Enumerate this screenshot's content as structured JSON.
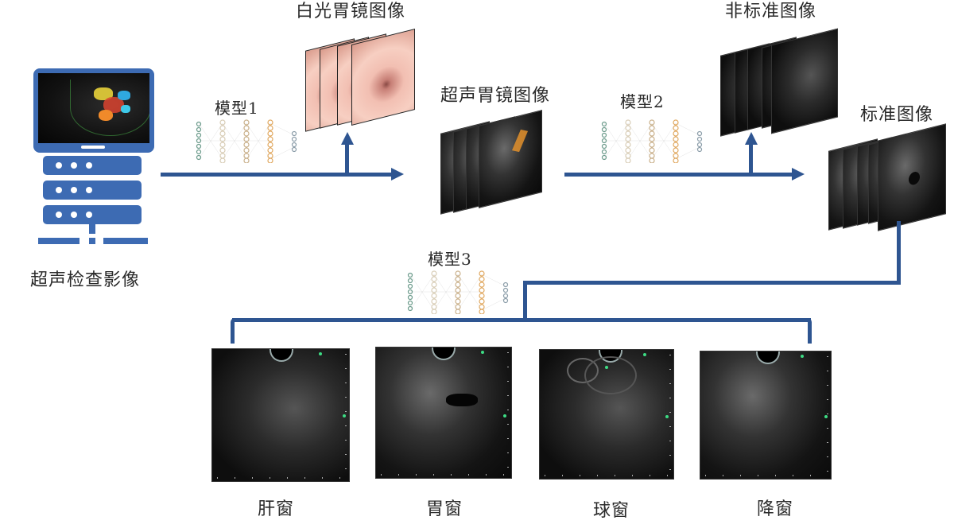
{
  "colors": {
    "flow_blue": "#2e5591",
    "device_blue": "#3d6bb3",
    "background": "#ffffff"
  },
  "source": {
    "label": "超声检查影像",
    "icon": "computer-server-icon"
  },
  "models": [
    {
      "label": "模型1",
      "icon": "neural-network-icon"
    },
    {
      "label": "模型2",
      "icon": "neural-network-icon"
    },
    {
      "label": "模型3",
      "icon": "neural-network-icon"
    }
  ],
  "image_groups": {
    "white_light": {
      "label": "白光胃镜图像"
    },
    "eus": {
      "label": "超声胃镜图像"
    },
    "non_standard": {
      "label": "非标准图像"
    },
    "standard": {
      "label": "标准图像"
    }
  },
  "windows": [
    {
      "label": "肝窗"
    },
    {
      "label": "胃窗"
    },
    {
      "label": "球窗"
    },
    {
      "label": "降窗"
    }
  ]
}
